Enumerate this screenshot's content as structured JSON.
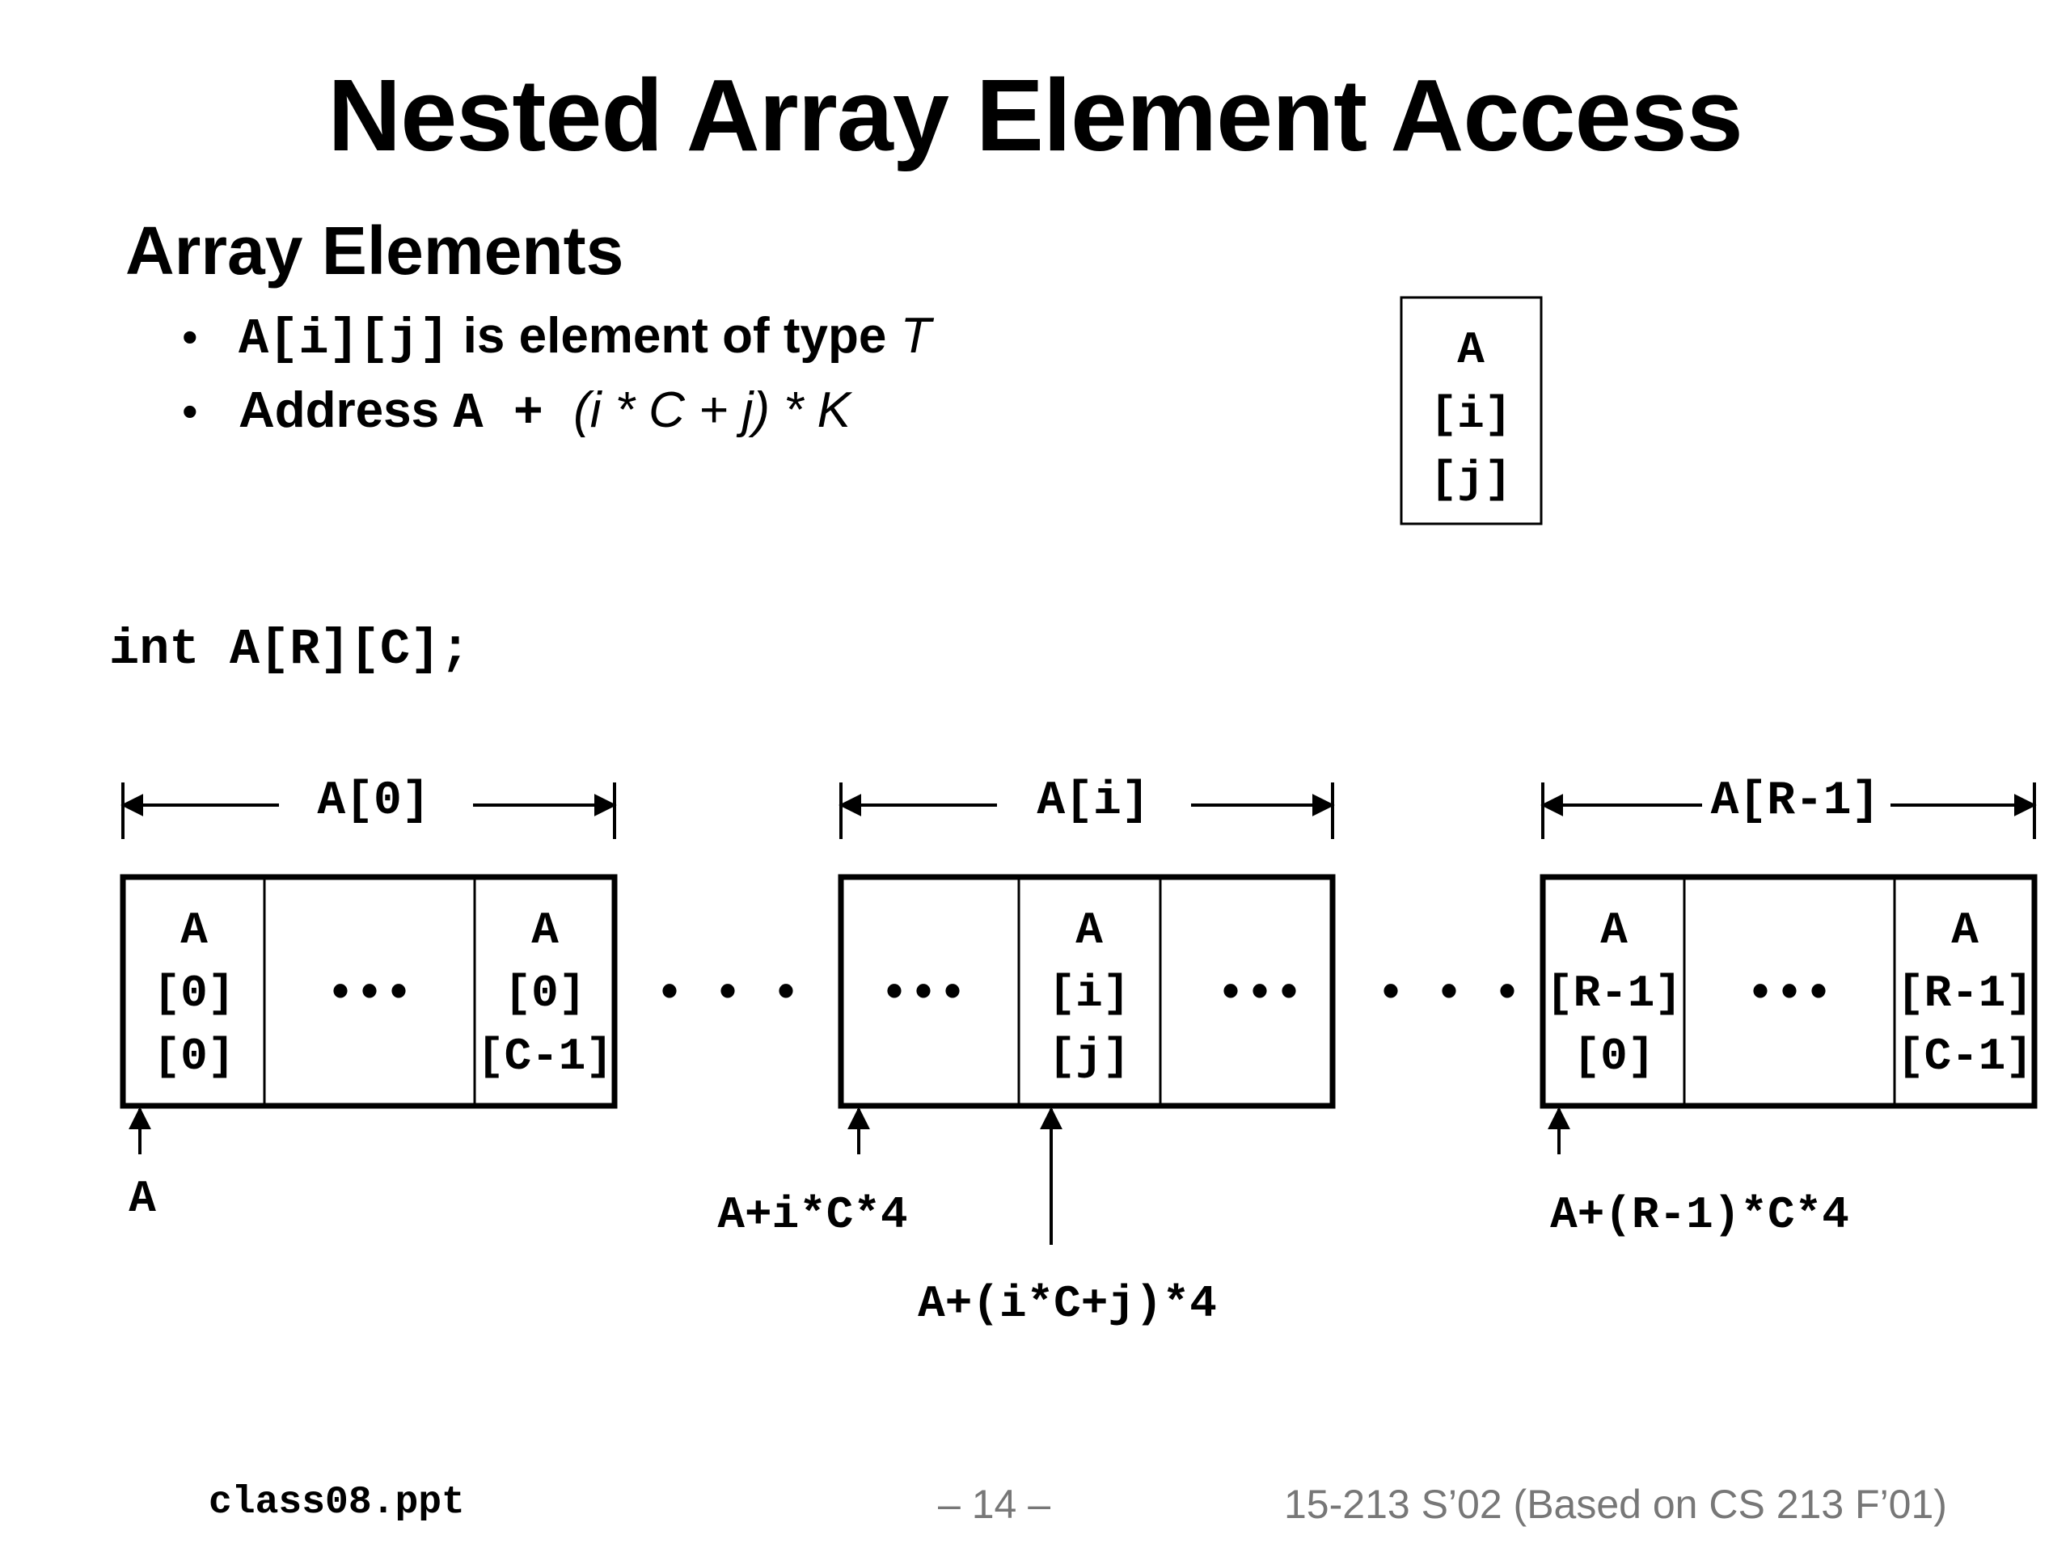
{
  "title": "Nested Array Element Access",
  "section": {
    "heading": "Array Elements",
    "bullets": [
      {
        "code": "A[i][j]",
        "text": " is element of type ",
        "italic": "T"
      },
      {
        "text": "Address ",
        "code": "A + ",
        "formula": "(i * C + j) * K"
      }
    ]
  },
  "element_box": {
    "lines": [
      "A",
      "[i]",
      "[j]"
    ]
  },
  "declaration": "int A[R][C];",
  "rows": [
    {
      "label": "A[0]",
      "cells": [
        [
          "A",
          "[0]",
          "[0]"
        ],
        [
          "•••"
        ],
        [
          "A",
          "[0]",
          "[C-1]"
        ]
      ]
    },
    {
      "label": "A[i]",
      "cells": [
        [
          "•••"
        ],
        [
          "A",
          "[i]",
          "[j]"
        ],
        [
          "•••"
        ]
      ]
    },
    {
      "label": "A[R-1]",
      "cells": [
        [
          "A",
          "[R-1]",
          "[0]"
        ],
        [
          "•••"
        ],
        [
          "A",
          "[R-1]",
          "[C-1]"
        ]
      ]
    }
  ],
  "gap_ellipsis": "• • •",
  "pointers": {
    "row0": "A",
    "rowi": "A+i*C*4",
    "elem": "A+(i*C+j)*4",
    "rowlast": "A+(R-1)*C*4"
  },
  "footer": {
    "file": "class08.ppt",
    "page": "– 14 –",
    "course": "15-213 S’02 (Based on CS 213 F’01)"
  }
}
